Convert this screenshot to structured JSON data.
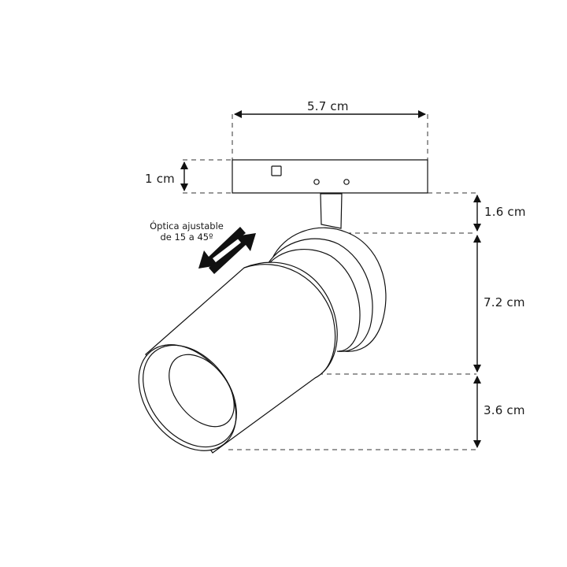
{
  "diagram": {
    "subject": "adjustable track spotlight dimension drawing",
    "colors": {
      "line": "#1a1a1a",
      "dash": "#333333",
      "background": "#ffffff"
    },
    "dimensions": {
      "width_top": "5.7 cm",
      "base_height": "1 cm",
      "stem_height": "1.6 cm",
      "body_height": "7.2 cm",
      "lens_height": "3.6 cm"
    },
    "note": {
      "line1": "Óptica ajustable",
      "line2": "de 15 a 45º"
    },
    "icons": [
      "double-arrow-icon"
    ]
  }
}
